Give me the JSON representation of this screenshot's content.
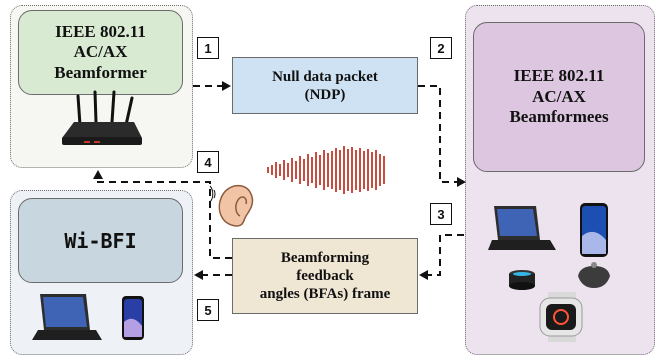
{
  "beamformer": {
    "lines": [
      "IEEE 802.11",
      "AC/AX",
      "Beamformer"
    ],
    "device_icon": "wifi-router-icon"
  },
  "beamformees": {
    "lines": [
      "IEEE 802.11",
      "AC/AX",
      "Beamformees"
    ],
    "device_icons": [
      "laptop-icon",
      "smartphone-icon",
      "smart-speaker-icon",
      "smart-speaker-icon",
      "smartwatch-icon"
    ]
  },
  "wibfi": {
    "label": "Wi-BFI",
    "device_icons": [
      "laptop-icon",
      "smartphone-icon"
    ]
  },
  "ndp": {
    "lines": [
      "Null data packet",
      "(NDP)"
    ]
  },
  "bfa": {
    "lines": [
      "Beamforming",
      "feedback",
      "angles (BFAs) frame"
    ]
  },
  "steps": [
    "1",
    "2",
    "3",
    "4",
    "5"
  ],
  "eavesdrop_icons": [
    "ear-icon",
    "signal-wave-icon"
  ],
  "colors": {
    "beamformer_panel": "#f6f7f2",
    "beamformer_box": "#d9ead3",
    "beamformee_panel": "#ece3ef",
    "beamformee_box": "#dcc6e0",
    "wibfi_panel": "#eef2f7",
    "wibfi_box": "#c8d7df",
    "ndp_box": "#cfe2f3",
    "bfa_box": "#efe6d4",
    "signal": "#c0392b",
    "arrow": "#111111"
  }
}
